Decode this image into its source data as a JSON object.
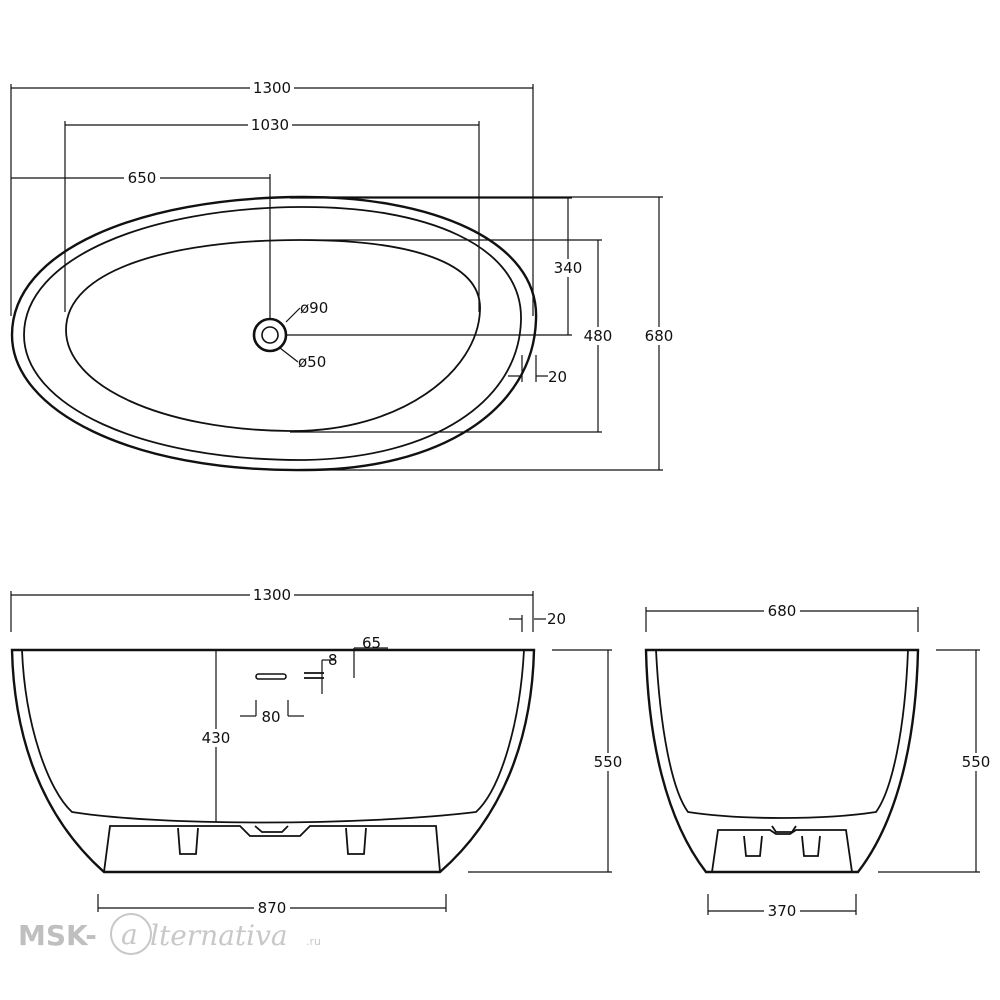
{
  "colors": {
    "line": "#111111",
    "watermark": "#bfbfbf",
    "background": "#ffffff"
  },
  "top_view": {
    "overall_length": "1300",
    "inner_length": "1030",
    "drain_offset": "650",
    "inner_width_half": "340",
    "inner_width": "480",
    "overall_width": "680",
    "rim_thickness": "20",
    "drain_outer": "ø90",
    "drain_inner": "ø50"
  },
  "side_view": {
    "overall_length": "1300",
    "rim_thickness": "20",
    "overflow_offset": "65",
    "overflow_height": "8",
    "overflow_length": "80",
    "inner_depth": "430",
    "overall_height": "550",
    "base_length": "870"
  },
  "end_view": {
    "overall_width": "680",
    "overall_height": "550",
    "base_width": "370"
  },
  "watermark": {
    "brand": "MSK-",
    "script": "lternativa",
    "suffix": ".ru"
  }
}
